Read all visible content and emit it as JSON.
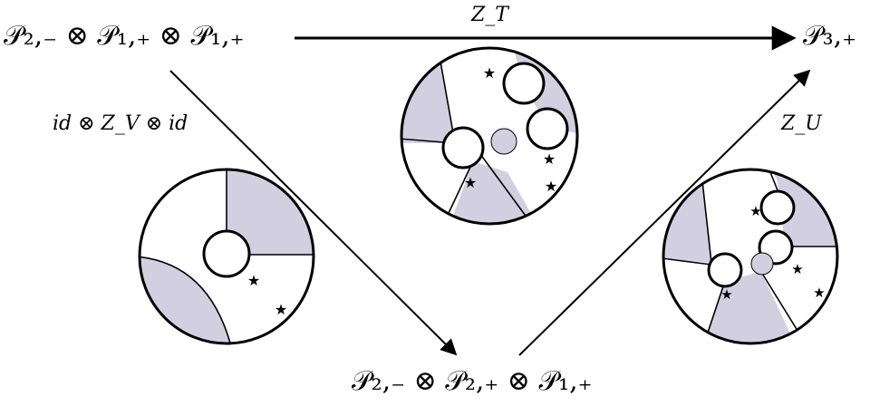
{
  "nodes": {
    "source": "𝒫₂,₋ ⊗ 𝒫₁,₊ ⊗ 𝒫₁,₊",
    "target": "𝒫₃,₊",
    "middle": "𝒫₂,₋ ⊗ 𝒫₂,₊ ⊗ 𝒫₁,₊"
  },
  "arrows": {
    "top": "Z_T",
    "left": "id ⊗ Z_V ⊗ id",
    "right": "Z_U"
  },
  "colors": {
    "shade": "#d2d0e0",
    "stroke": "#000000"
  },
  "icons": [
    "star-marker"
  ]
}
